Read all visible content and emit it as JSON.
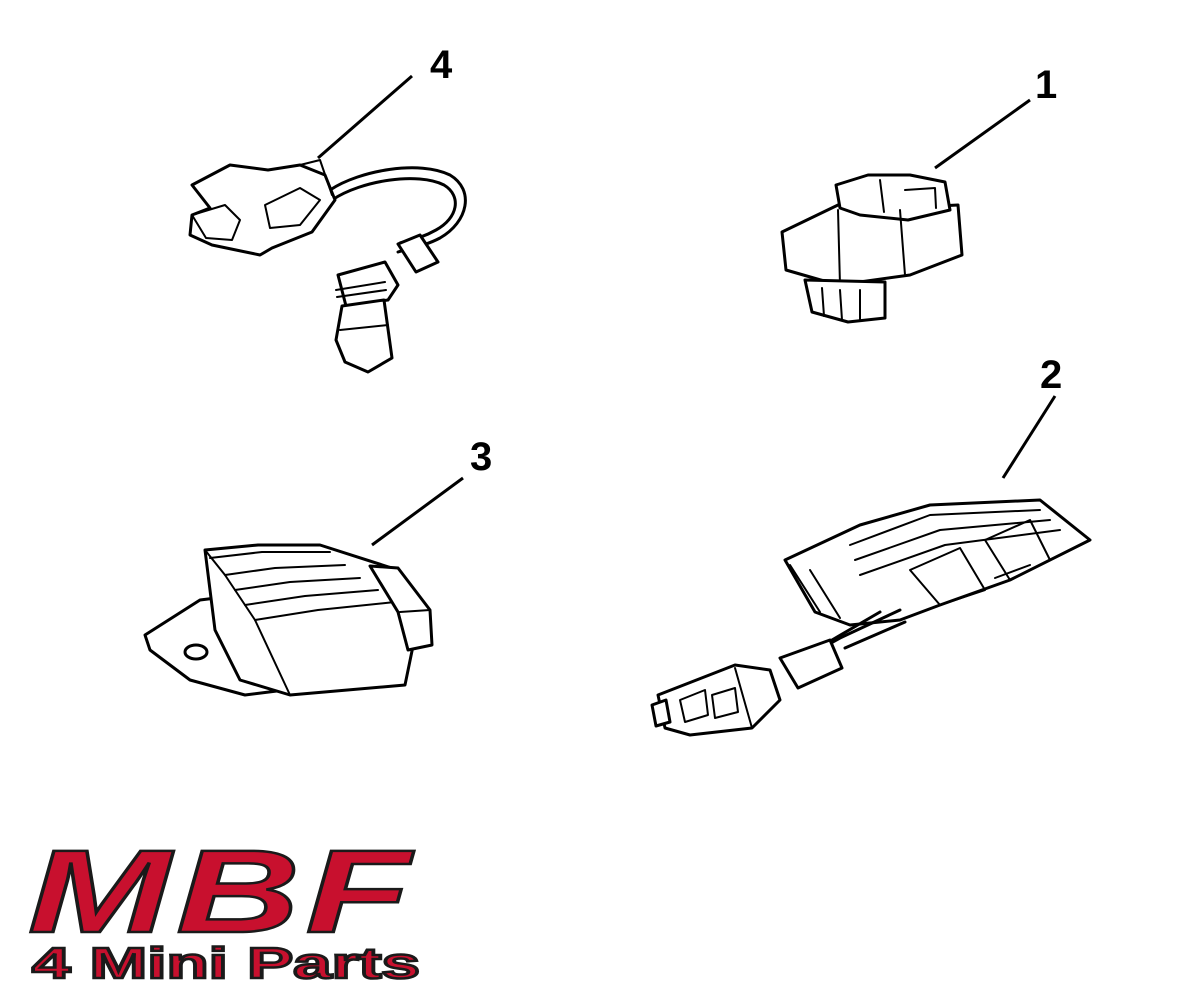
{
  "callouts": [
    "1",
    "2",
    "3",
    "4"
  ],
  "logo": {
    "main": "MBF",
    "tagline": "4 Mini Parts",
    "color": "#c8102e",
    "outline": "#1a1a1a"
  }
}
